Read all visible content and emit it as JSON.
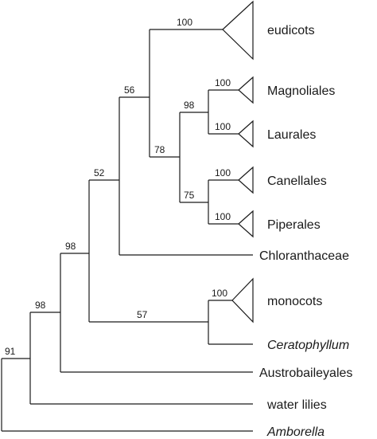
{
  "tree": {
    "taxa": [
      {
        "id": "eudicots",
        "label": "eudicots",
        "italic": false,
        "collapsed": true
      },
      {
        "id": "magnoliales",
        "label": "Magnoliales",
        "italic": false,
        "collapsed": true
      },
      {
        "id": "laurales",
        "label": "Laurales",
        "italic": false,
        "collapsed": true
      },
      {
        "id": "canellales",
        "label": "Canellales",
        "italic": false,
        "collapsed": true
      },
      {
        "id": "piperales",
        "label": "Piperales",
        "italic": false,
        "collapsed": true
      },
      {
        "id": "chloranthaceae",
        "label": "Chloranthaceae",
        "italic": false,
        "collapsed": false
      },
      {
        "id": "monocots",
        "label": "monocots",
        "italic": false,
        "collapsed": true
      },
      {
        "id": "ceratophyllum",
        "label": "Ceratophyllum",
        "italic": true,
        "collapsed": false
      },
      {
        "id": "austrobaileyales",
        "label": "Austrobaileyales",
        "italic": false,
        "collapsed": false
      },
      {
        "id": "water-lilies",
        "label": "water lilies",
        "italic": false,
        "collapsed": false
      },
      {
        "id": "amborella",
        "label": "Amborella",
        "italic": true,
        "collapsed": false
      }
    ],
    "support_values": {
      "root": "91",
      "node_a": "98",
      "node_b": "98",
      "node_c": "52",
      "node_d": "56",
      "eudicots": "100",
      "node_e": "78",
      "magnoliid_pair": "98",
      "magnoliales": "100",
      "laurales": "100",
      "canellales_piperales": "75",
      "canellales": "100",
      "piperales": "100",
      "monocot_pair": "57",
      "monocots": "100"
    }
  }
}
